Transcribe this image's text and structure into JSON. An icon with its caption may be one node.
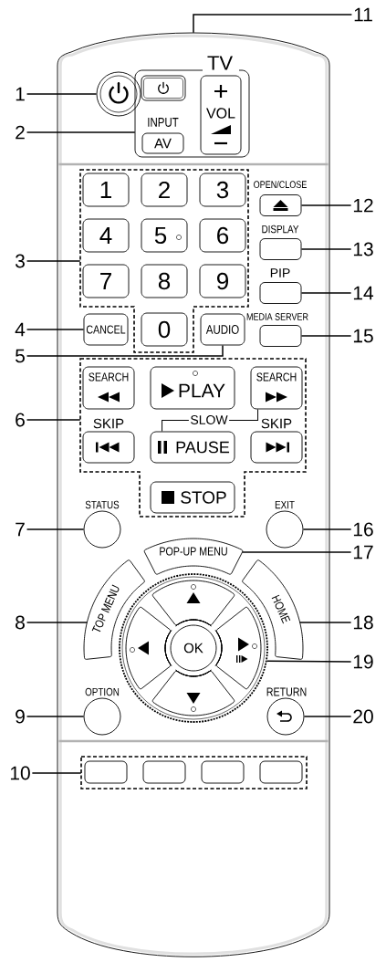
{
  "diagram": {
    "nodes": [
      {
        "text": [],
        "shape": "box"
      },
      {
        "text": [
          "11"
        ]
      },
      {
        "text": [
          "1"
        ]
      },
      {
        "text": [],
        "shape": "circle",
        "in": 0
      },
      {
        "text": [
          "2"
        ]
      },
      {
        "text": [
          "TV"
        ],
        "in": 0
      },
      {
        "text": [],
        "shape": "box",
        "in": 5
      },
      {
        "text": [
          "VOL"
        ],
        "in": 5
      },
      {
        "text": [
          "INPUT",
          "AV"
        ],
        "in": 5
      },
      {
        "text": [
          "3"
        ]
      },
      {
        "text": [],
        "shape": "box",
        "in": 0
      },
      {
        "text": [
          "1"
        ],
        "in": 10
      },
      {
        "text": [
          "2"
        ],
        "in": 10
      },
      {
        "text": [
          "3"
        ],
        "in": 10
      },
      {
        "text": [
          "4"
        ],
        "in": 10
      },
      {
        "text": [
          "5"
        ],
        "in": 10
      },
      {
        "text": [
          "6"
        ],
        "in": 10
      },
      {
        "text": [
          "7"
        ],
        "in": 10
      },
      {
        "text": [
          "8"
        ],
        "in": 10
      },
      {
        "text": [
          "9"
        ],
        "in": 10
      },
      {
        "text": [
          "OPEN/CLOSE"
        ],
        "in": 0
      },
      {
        "text": [
          "12"
        ]
      },
      {
        "text": [
          "DISPLAY"
        ],
        "in": 0
      },
      {
        "text": [
          "13"
        ]
      },
      {
        "text": [
          "PIP"
        ],
        "in": 0
      },
      {
        "text": [
          "14"
        ]
      },
      {
        "text": [
          "4"
        ]
      },
      {
        "text": [
          "CANCEL"
        ],
        "in": 0
      },
      {
        "text": [
          "0"
        ],
        "in": 10
      },
      {
        "text": [
          "AUDIO"
        ],
        "in": 0
      },
      {
        "text": [
          "5"
        ]
      },
      {
        "text": [
          "MEDIA SERVER"
        ],
        "in": 0
      },
      {
        "text": [
          "15"
        ]
      },
      {
        "text": [
          "6"
        ]
      },
      {
        "text": [],
        "shape": "box",
        "in": 0
      },
      {
        "text": [
          "SEARCH"
        ],
        "in": 34
      },
      {
        "text": [
          "PLAY"
        ],
        "in": 34
      },
      {
        "text": [
          "SEARCH"
        ],
        "in": 34
      },
      {
        "text": [
          "SKIP"
        ],
        "in": 34
      },
      {
        "text": [
          "PAUSE"
        ],
        "in": 34
      },
      {
        "text": [
          "SKIP"
        ],
        "in": 34
      },
      {
        "text": [
          "STOP"
        ],
        "in": 34
      },
      {
        "text": [
          "7"
        ]
      },
      {
        "text": [
          "STATUS"
        ],
        "in": 0
      },
      {
        "text": [
          "EXIT"
        ],
        "in": 0
      },
      {
        "text": [
          "16"
        ]
      },
      {
        "text": [
          "POP-UP MENU"
        ],
        "in": 0
      },
      {
        "text": [
          "17"
        ]
      },
      {
        "text": [
          "8"
        ]
      },
      {
        "text": [
          "TOP MENU"
        ],
        "in": 0
      },
      {
        "text": [
          "HOME"
        ],
        "in": 0
      },
      {
        "text": [
          "18"
        ]
      },
      {
        "text": [],
        "shape": "circle",
        "in": 0
      },
      {
        "text": [],
        "shape": "box",
        "in": 52
      },
      {
        "text": [],
        "shape": "box",
        "in": 52
      },
      {
        "text": [
          "OK"
        ],
        "in": 52
      },
      {
        "text": [],
        "shape": "box",
        "in": 52
      },
      {
        "text": [],
        "shape": "box",
        "in": 52
      },
      {
        "text": [
          "19"
        ]
      },
      {
        "text": [
          "9"
        ]
      },
      {
        "text": [
          "OPTION"
        ],
        "in": 0
      },
      {
        "text": [
          "RETURN"
        ],
        "in": 0
      },
      {
        "text": [
          "20"
        ]
      },
      {
        "text": [
          "10"
        ]
      },
      {
        "text": [],
        "shape": "box",
        "in": 0
      },
      {
        "text": [],
        "shape": "box",
        "in": 64
      },
      {
        "text": [],
        "shape": "box",
        "in": 64
      },
      {
        "text": [],
        "shape": "box",
        "in": 64
      },
      {
        "text": [],
        "shape": "box",
        "in": 64
      }
    ],
    "edges": [
      {
        "from": 1,
        "to": 0,
        "arrow": "none"
      },
      {
        "from": 2,
        "to": 3,
        "arrow": "none"
      },
      {
        "from": 4,
        "to": 5,
        "arrow": "none"
      },
      {
        "from": 9,
        "to": 10,
        "arrow": "none"
      },
      {
        "from": 21,
        "to": 20,
        "arrow": "none"
      },
      {
        "from": 23,
        "to": 22,
        "arrow": "none"
      },
      {
        "from": 25,
        "to": 24,
        "arrow": "none"
      },
      {
        "from": 26,
        "to": 27,
        "arrow": "none"
      },
      {
        "from": 30,
        "to": 29,
        "arrow": "none"
      },
      {
        "from": 32,
        "to": 31,
        "arrow": "none"
      },
      {
        "from": 33,
        "to": 34,
        "arrow": "none"
      },
      {
        "from": 39,
        "to": 37,
        "arrow": "none",
        "label": "SLOW"
      },
      {
        "from": 42,
        "to": 43,
        "arrow": "none"
      },
      {
        "from": 45,
        "to": 44,
        "arrow": "none"
      },
      {
        "from": 47,
        "to": 46,
        "arrow": "none"
      },
      {
        "from": 48,
        "to": 49,
        "arrow": "none"
      },
      {
        "from": 51,
        "to": 50,
        "arrow": "none"
      },
      {
        "from": 58,
        "to": 52,
        "arrow": "none"
      },
      {
        "from": 59,
        "to": 60,
        "arrow": "none"
      },
      {
        "from": 62,
        "to": 61,
        "arrow": "none"
      },
      {
        "from": 63,
        "to": 64,
        "arrow": "none"
      }
    ]
  }
}
